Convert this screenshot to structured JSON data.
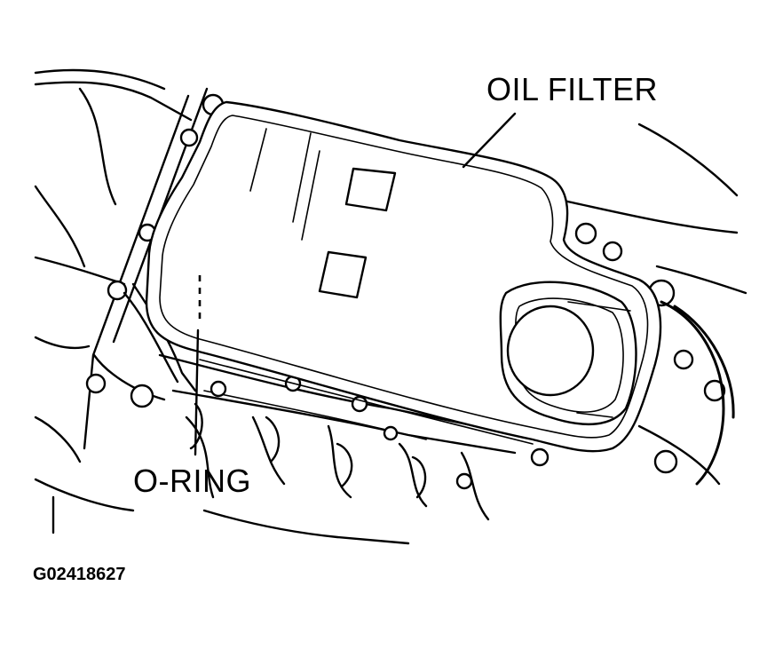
{
  "labels": {
    "oil_filter": "OIL FILTER",
    "o_ring": "O-RING"
  },
  "figure_id": "G02418627",
  "colors": {
    "ink": "#000000",
    "paper": "#ffffff"
  }
}
